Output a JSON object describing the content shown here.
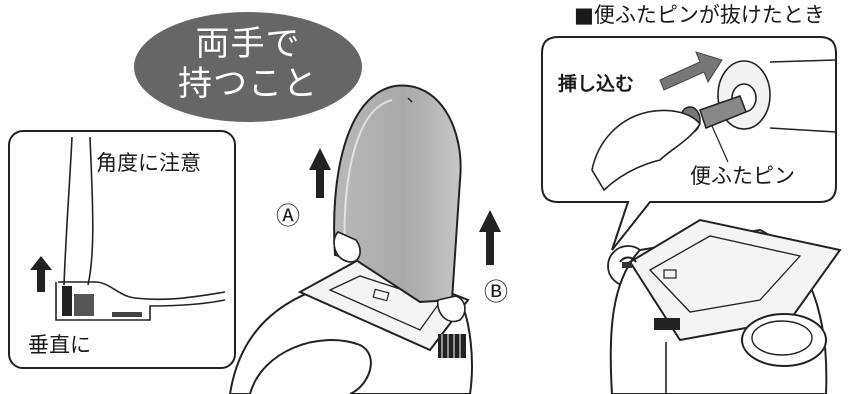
{
  "instruction_bubble": {
    "line1": "両手で",
    "line2": "持つこと",
    "color": "#666666"
  },
  "inset_left": {
    "label_angle": "角度に注意",
    "label_vertical": "垂直に"
  },
  "main_figure": {
    "label_a": "Ⓐ",
    "label_b": "Ⓑ"
  },
  "inset_right": {
    "heading": "■便ふたピンが抜けたとき",
    "label_insert": "挿し込む",
    "label_pin": "便ふたピン"
  }
}
